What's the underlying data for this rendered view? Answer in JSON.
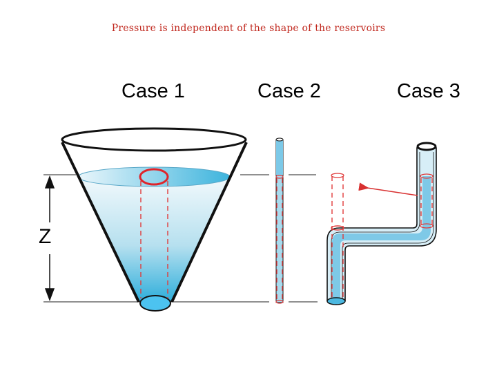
{
  "title": "Pressure is independent of the shape of the reservoirs",
  "cases": [
    {
      "label": "Case 1"
    },
    {
      "label": "Case 2"
    },
    {
      "label": "Case 3"
    }
  ],
  "height_label": "Z",
  "colors": {
    "title": "#c0271d",
    "water_light": "#e8f4fa",
    "water_dark": "#3fb3dc",
    "outline": "#111111",
    "dashed_marker": "#e03a3a",
    "arrow": "#d83030",
    "guide_lines": "#222222"
  },
  "icons": [
    "funnel-reservoir",
    "narrow-tube",
    "bent-pipe",
    "height-arrow"
  ]
}
